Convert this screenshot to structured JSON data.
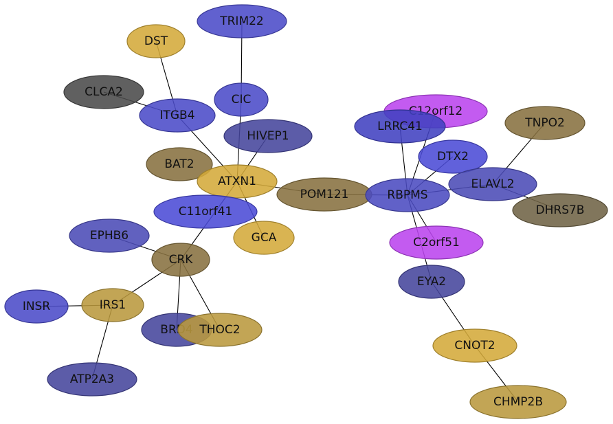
{
  "nodes": [
    {
      "id": "TRIM22",
      "label": "TRIM22",
      "color": "#4b4bc8"
    },
    {
      "id": "DST",
      "label": "DST",
      "color": "#d4aa3a"
    },
    {
      "id": "CLCA2",
      "label": "CLCA2",
      "color": "#4a4a4a"
    },
    {
      "id": "CIC",
      "label": "CIC",
      "color": "#4b4bc8"
    },
    {
      "id": "ITGB4",
      "label": "ITGB4",
      "color": "#4b4bc8"
    },
    {
      "id": "HIVEP1",
      "label": "HIVEP1",
      "color": "#46469c"
    },
    {
      "id": "BAT2",
      "label": "BAT2",
      "color": "#877140"
    },
    {
      "id": "ATXN1",
      "label": "ATXN1",
      "color": "#d4aa3a"
    },
    {
      "id": "C11orf41",
      "label": "C11orf41",
      "color": "#4b4bd6"
    },
    {
      "id": "GCA",
      "label": "GCA",
      "color": "#d4aa3a"
    },
    {
      "id": "POM121",
      "label": "POM121",
      "color": "#877140"
    },
    {
      "id": "EPHB6",
      "label": "EPHB6",
      "color": "#4b4bb6"
    },
    {
      "id": "CRK",
      "label": "CRK",
      "color": "#877140"
    },
    {
      "id": "INSR",
      "label": "INSR",
      "color": "#4b4bc8"
    },
    {
      "id": "IRS1",
      "label": "IRS1",
      "color": "#b9993d"
    },
    {
      "id": "BRD4",
      "label": "BRD4",
      "color": "#46469c"
    },
    {
      "id": "THOC2",
      "label": "THOC2",
      "color": "#b9993d"
    },
    {
      "id": "ATP2A3",
      "label": "ATP2A3",
      "color": "#46469c"
    },
    {
      "id": "C12orf12",
      "label": "C12orf12",
      "color": "#bb44ee"
    },
    {
      "id": "LRRC41",
      "label": "LRRC41",
      "color": "#4141c0"
    },
    {
      "id": "DTX2",
      "label": "DTX2",
      "color": "#4b4bd6"
    },
    {
      "id": "RBPMS",
      "label": "RBPMS",
      "color": "#4b4bc0"
    },
    {
      "id": "ELAVL2",
      "label": "ELAVL2",
      "color": "#4b4bb6"
    },
    {
      "id": "TNPO2",
      "label": "TNPO2",
      "color": "#877140"
    },
    {
      "id": "DHRS7B",
      "label": "DHRS7B",
      "color": "#6f6345"
    },
    {
      "id": "C2orf51",
      "label": "C2orf51",
      "color": "#bb44ee"
    },
    {
      "id": "EYA2",
      "label": "EYA2",
      "color": "#46469c"
    },
    {
      "id": "CNOT2",
      "label": "CNOT2",
      "color": "#d4aa3a"
    },
    {
      "id": "CHMP2B",
      "label": "CHMP2B",
      "color": "#b9993d"
    }
  ],
  "edges": [
    [
      "TRIM22",
      "CIC"
    ],
    [
      "DST",
      "ITGB4"
    ],
    [
      "CLCA2",
      "ITGB4"
    ],
    [
      "ITGB4",
      "ATXN1"
    ],
    [
      "CIC",
      "ATXN1"
    ],
    [
      "HIVEP1",
      "ATXN1"
    ],
    [
      "ATXN1",
      "POM121"
    ],
    [
      "ATXN1",
      "GCA"
    ],
    [
      "ATXN1",
      "CRK"
    ],
    [
      "EPHB6",
      "CRK"
    ],
    [
      "CRK",
      "IRS1"
    ],
    [
      "CRK",
      "BRD4"
    ],
    [
      "CRK",
      "THOC2"
    ],
    [
      "INSR",
      "IRS1"
    ],
    [
      "IRS1",
      "ATP2A3"
    ],
    [
      "POM121",
      "RBPMS"
    ],
    [
      "LRRC41",
      "RBPMS"
    ],
    [
      "C12orf12",
      "RBPMS"
    ],
    [
      "DTX2",
      "RBPMS"
    ],
    [
      "RBPMS",
      "ELAVL2"
    ],
    [
      "RBPMS",
      "C2orf51"
    ],
    [
      "RBPMS",
      "EYA2"
    ],
    [
      "ELAVL2",
      "TNPO2"
    ],
    [
      "ELAVL2",
      "DHRS7B"
    ],
    [
      "EYA2",
      "CNOT2"
    ],
    [
      "CNOT2",
      "CHMP2B"
    ]
  ]
}
